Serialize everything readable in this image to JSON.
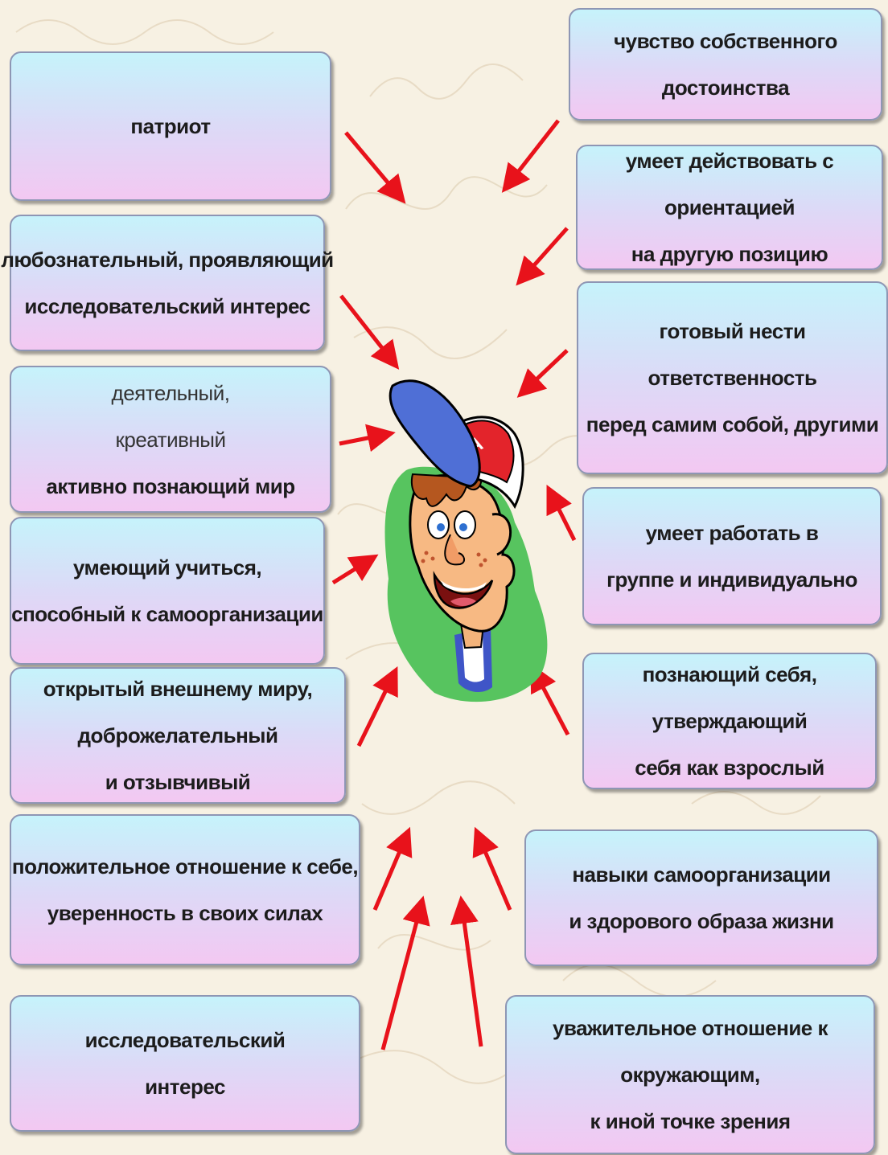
{
  "left_boxes": [
    {
      "lines": [
        "патриот"
      ]
    },
    {
      "lines": [
        "любознательный, проявляющий",
        "исследовательский интерес"
      ]
    },
    {
      "lines": [
        "деятельный,",
        "креативный",
        "активно познающий мир"
      ]
    },
    {
      "lines": [
        "умеющий учиться,",
        "способный к самоорганизации"
      ]
    },
    {
      "lines": [
        "открытый внешнему миру,",
        "доброжелательный",
        "и отзывчивый"
      ]
    },
    {
      "lines": [
        "положительное отношение к себе,",
        "уверенность в своих силах"
      ]
    },
    {
      "lines": [
        "исследовательский",
        "интерес"
      ]
    }
  ],
  "right_boxes": [
    {
      "lines": [
        "чувство собственного",
        "достоинства"
      ]
    },
    {
      "lines": [
        "умеет действовать с",
        "ориентацией",
        "на другую позицию"
      ]
    },
    {
      "lines": [
        "готовый нести",
        "ответственность",
        "перед самим собой, другими"
      ]
    },
    {
      "lines": [
        "умеет работать в",
        "группе и индивидуально"
      ]
    },
    {
      "lines": [
        "познающий себя,",
        "утверждающий",
        "себя как взрослый"
      ]
    },
    {
      "lines": [
        "навыки самоорганизации",
        "и здорового образа жизни"
      ]
    },
    {
      "lines": [
        "уважительное отношение к",
        "окружающим,",
        "к иной точке зрения"
      ]
    }
  ],
  "center": {
    "cap_letter": "A",
    "icon": "boy-with-cap-illustration"
  },
  "colors": {
    "arrow": "#e8121b",
    "blob": "#57c45f",
    "cap_blue": "#4f6fd6",
    "cap_red": "#e3242b"
  }
}
